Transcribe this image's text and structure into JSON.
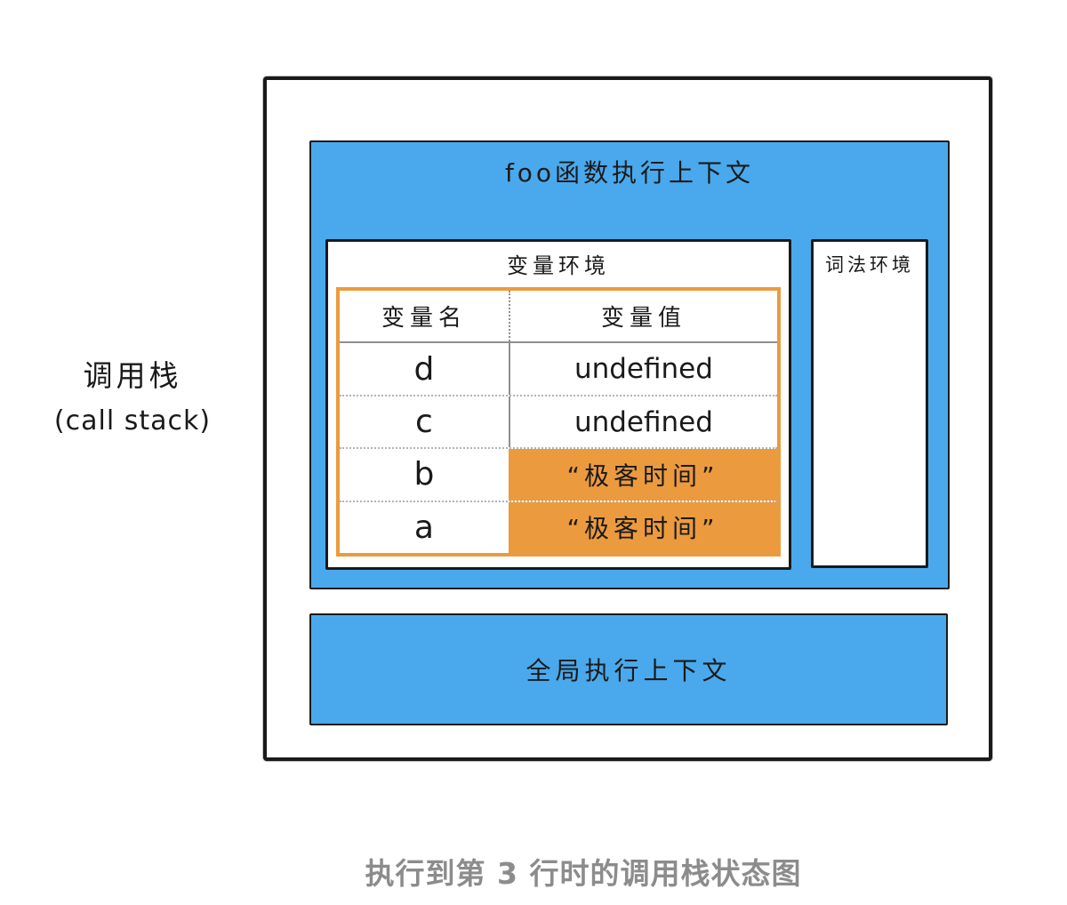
{
  "colors": {
    "blue": "#4AA9EC",
    "orange": "#EC9A3E",
    "ink": "#1A1A1A",
    "caption": "#8C8C8C",
    "line": "#8F8F8F",
    "dot": "#B3B3B3"
  },
  "left_label": {
    "line1": "调用栈",
    "line2": "(call stack)"
  },
  "foo_context": {
    "title": "foo函数执行上下文",
    "variable_env": {
      "title": "变量环境",
      "table": {
        "headers": {
          "name": "变量名",
          "value": "变量值"
        },
        "rows": [
          {
            "name": "d",
            "value": "undefined",
            "highlighted": false
          },
          {
            "name": "c",
            "value": "undefined",
            "highlighted": false
          },
          {
            "name": "b",
            "value": "“极客时间”",
            "highlighted": true
          },
          {
            "name": "a",
            "value": "“极客时间”",
            "highlighted": true
          }
        ]
      }
    },
    "lexical_env": {
      "title": "词法环境"
    }
  },
  "global_context": {
    "title": "全局执行上下文"
  },
  "caption": "执行到第 3 行时的调用栈状态图"
}
